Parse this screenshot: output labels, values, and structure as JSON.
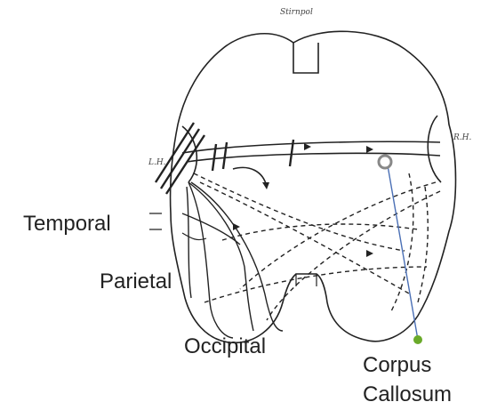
{
  "diagram": {
    "labels": {
      "temporal": "Temporal",
      "parietal": "Parietal",
      "occipital": "Occipital",
      "corpus_callosum_line1": "Corpus",
      "corpus_callosum_line2": "Callosum"
    },
    "handwritten": {
      "top": "Stirnpol",
      "left_hemisphere": "L.H.",
      "right_hemisphere": "R.H."
    },
    "colors": {
      "pointer_line": "#4a6fb5",
      "pointer_dot": "#6aaa2a",
      "ink": "#222222"
    }
  }
}
